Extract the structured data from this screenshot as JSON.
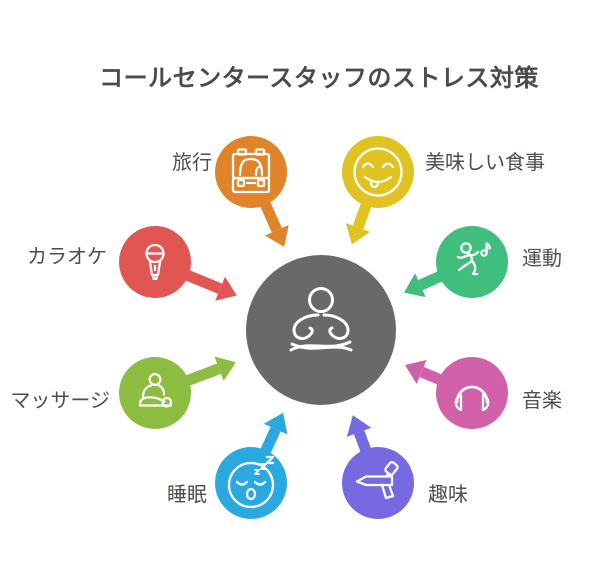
{
  "title": "コールセンタースタッフのストレス対策",
  "center": {
    "icon": "meditating-person-icon",
    "color": "#6A6968"
  },
  "nodes": [
    {
      "label": "旅行",
      "icon": "suitcase-icon",
      "color": "#E08329"
    },
    {
      "label": "美味しい食事",
      "icon": "delicious-face-icon",
      "color": "#E0C322"
    },
    {
      "label": "運動",
      "icon": "running-person-icon",
      "color": "#40BE7E"
    },
    {
      "label": "音楽",
      "icon": "headphones-icon",
      "color": "#D260A8"
    },
    {
      "label": "趣味",
      "icon": "airbrush-icon",
      "color": "#7769E2"
    },
    {
      "label": "睡眠",
      "icon": "sleeping-face-icon",
      "color": "#2AA9E0"
    },
    {
      "label": "マッサージ",
      "icon": "massage-icon",
      "color": "#8DBD40"
    },
    {
      "label": "カラオケ",
      "icon": "microphone-icon",
      "color": "#E15552"
    }
  ]
}
